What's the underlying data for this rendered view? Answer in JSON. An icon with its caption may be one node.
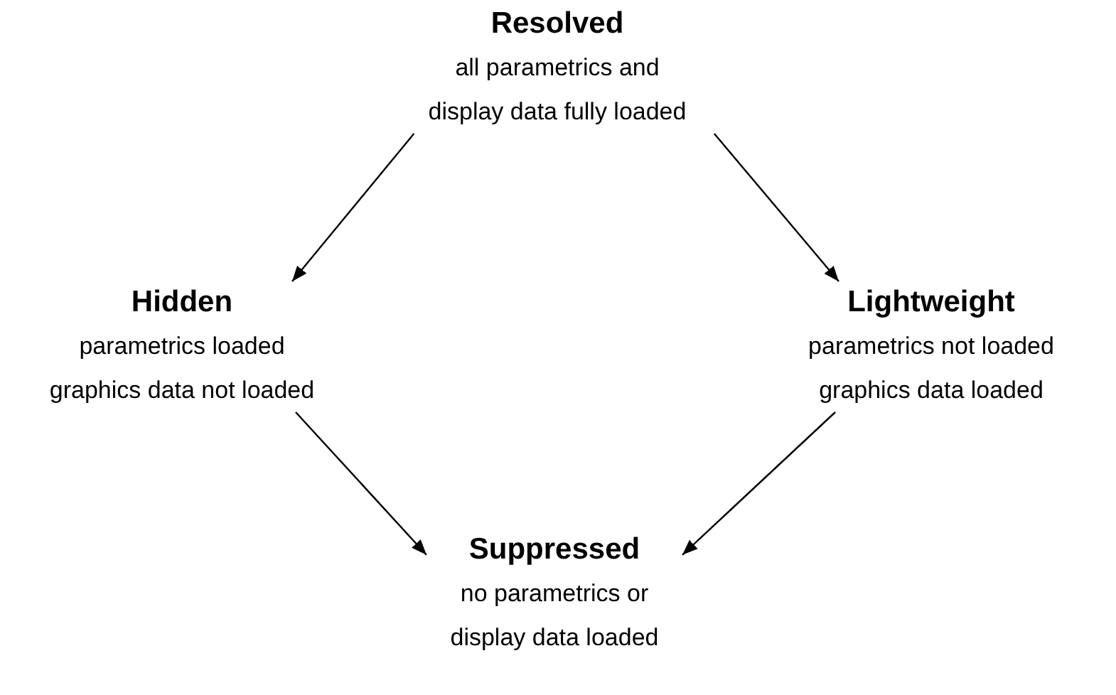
{
  "diagram": {
    "nodes": [
      {
        "text": [
          "Resolved",
          "all parametrics and display data fully loaded"
        ]
      },
      {
        "text": [
          "Hidden",
          "parametrics loaded",
          "graphics data not loaded"
        ]
      },
      {
        "text": [
          "Lightweight",
          "parametrics not loaded",
          "graphics data loaded"
        ]
      },
      {
        "text": [
          "Suppressed",
          "no parametrics or display data loaded"
        ]
      }
    ],
    "edges": [
      {
        "from": 0,
        "to": 1,
        "arrow": "to"
      },
      {
        "from": 0,
        "to": 2,
        "arrow": "to"
      },
      {
        "from": 1,
        "to": 3,
        "arrow": "to"
      },
      {
        "from": 2,
        "to": 3,
        "arrow": "to"
      }
    ]
  }
}
